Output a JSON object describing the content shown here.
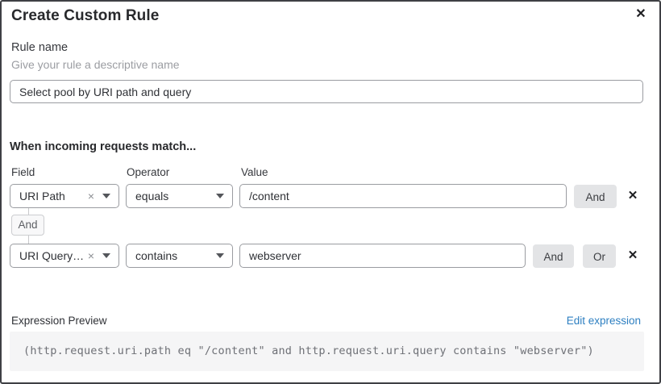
{
  "dialog": {
    "title": "Create Custom Rule"
  },
  "icons": {
    "close": "✕",
    "remove": "✕",
    "clear": "×"
  },
  "rule_name": {
    "label": "Rule name",
    "helper": "Give your rule a descriptive name",
    "value": "Select pool by URI path and query"
  },
  "match": {
    "heading": "When incoming requests match...",
    "columns": {
      "field": "Field",
      "operator": "Operator",
      "value": "Value"
    },
    "connector_label": "And",
    "rows": [
      {
        "field": "URI Path",
        "operator": "equals",
        "value": "/content",
        "and_label": "And"
      },
      {
        "field": "URI Query St...",
        "operator": "contains",
        "value": "webserver",
        "and_label": "And",
        "or_label": "Or"
      }
    ]
  },
  "expression": {
    "label": "Expression Preview",
    "edit_link": "Edit expression",
    "code": "(http.request.uri.path eq \"/content\" and http.request.uri.query contains \"webserver\")"
  },
  "colors": {
    "link_blue": "#2d7fc1",
    "button_gray": "#e3e4e6"
  }
}
